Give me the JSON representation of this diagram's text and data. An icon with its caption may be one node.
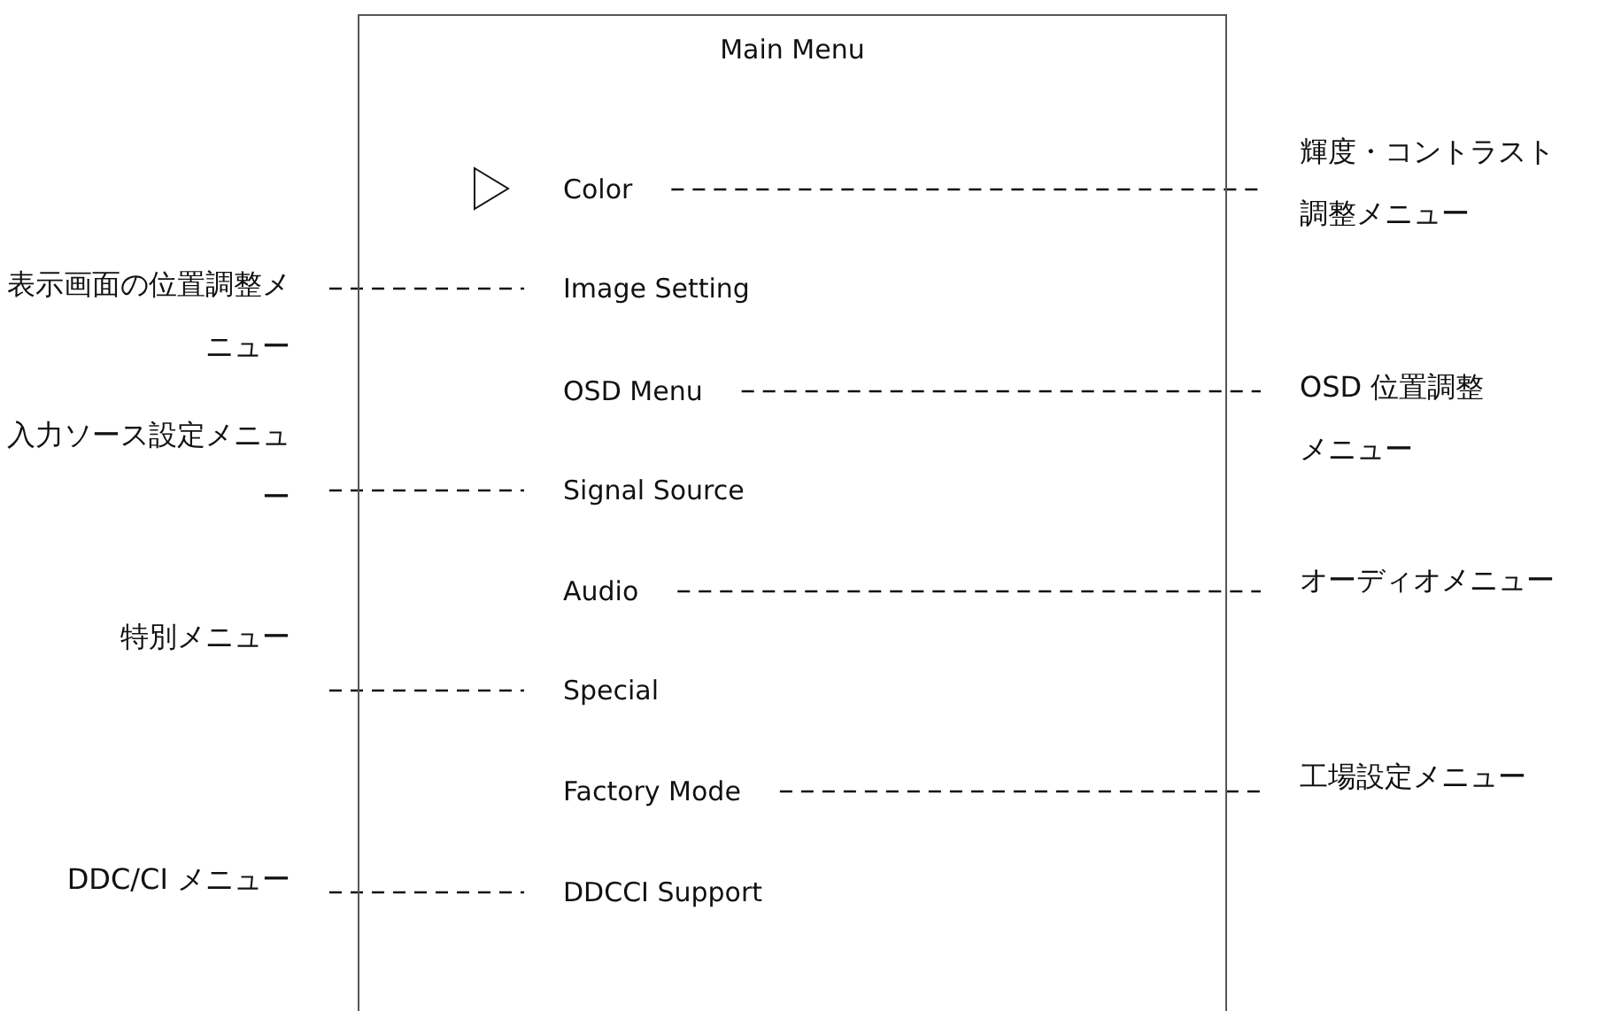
{
  "diagram": {
    "nodes": [
      {
        "text": [
          "Main Menu"
        ]
      },
      {
        "text": [
          "Color"
        ],
        "in": 0
      },
      {
        "text": [
          "輝度・コントラスト調整メニュー"
        ]
      },
      {
        "text": [
          "表示画面の位置調整メニュー"
        ]
      },
      {
        "text": [
          "Image Setting"
        ],
        "in": 0
      },
      {
        "text": [
          "OSD Menu"
        ],
        "in": 0
      },
      {
        "text": [
          "OSD 位置調整メニュー"
        ]
      },
      {
        "text": [
          "入力ソース設定メニュー"
        ]
      },
      {
        "text": [
          "Signal Source"
        ],
        "in": 0
      },
      {
        "text": [
          "Audio"
        ],
        "in": 0
      },
      {
        "text": [
          "オーディオメニュー"
        ]
      },
      {
        "text": [
          "特別メニュー"
        ]
      },
      {
        "text": [
          "Special"
        ],
        "in": 0
      },
      {
        "text": [
          "Factory Mode"
        ],
        "in": 0
      },
      {
        "text": [
          "工場設定メニュー"
        ]
      },
      {
        "text": [
          "DDC/CI メニュー"
        ]
      },
      {
        "text": [
          "DDCCI Support"
        ],
        "in": 0
      }
    ],
    "edges": [
      {
        "from": 1,
        "to": 2,
        "arrow": "none",
        "style": "dashed"
      },
      {
        "from": 3,
        "to": 4,
        "arrow": "none",
        "style": "dashed"
      },
      {
        "from": 5,
        "to": 6,
        "arrow": "none",
        "style": "dashed"
      },
      {
        "from": 7,
        "to": 8,
        "arrow": "none",
        "style": "dashed"
      },
      {
        "from": 9,
        "to": 10,
        "arrow": "none",
        "style": "dashed"
      },
      {
        "from": 11,
        "to": 12,
        "arrow": "none",
        "style": "dashed"
      },
      {
        "from": 13,
        "to": 14,
        "arrow": "none",
        "style": "dashed"
      },
      {
        "from": 15,
        "to": 16,
        "arrow": "none",
        "style": "dashed"
      }
    ]
  }
}
